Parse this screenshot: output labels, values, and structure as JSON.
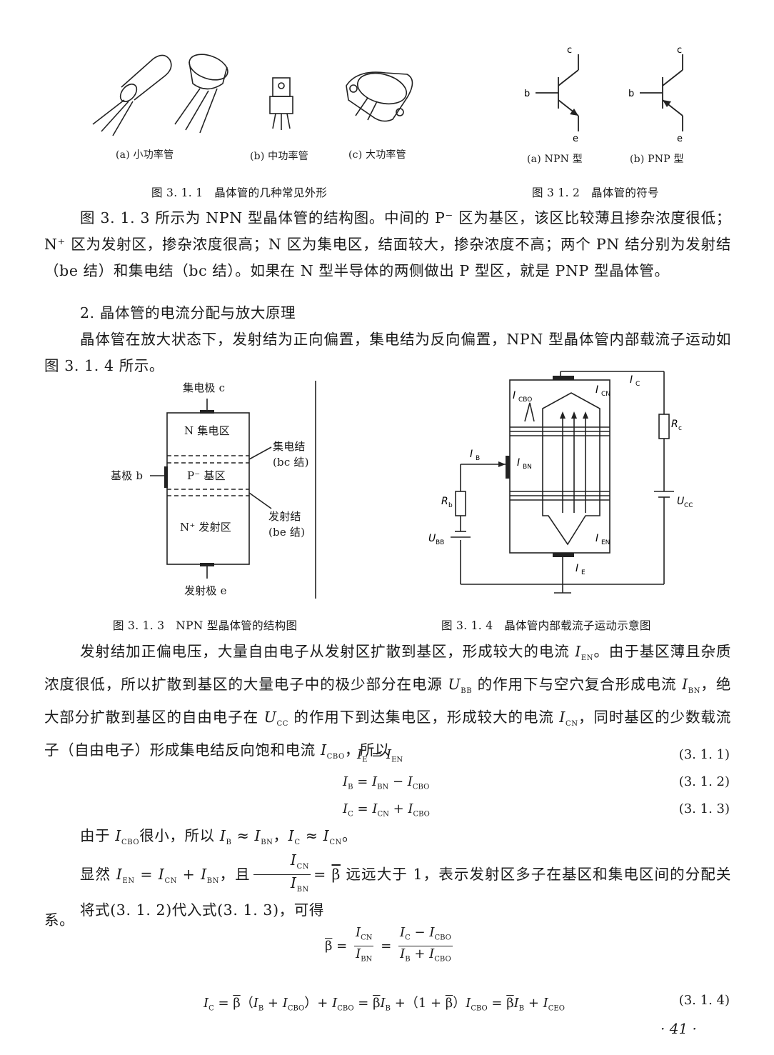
{
  "fig311": {
    "sub_a": "(a) 小功率管",
    "sub_b": "(b) 中功率管",
    "sub_c": "(c) 大功率管",
    "caption": "图 3. 1. 1　晶体管的几种常见外形"
  },
  "fig312": {
    "label_c": "c",
    "label_b": "b",
    "label_e": "e",
    "sub_a": "(a) NPN 型",
    "sub_b": "(b) PNP 型",
    "caption": "图 3 1. 2　晶体管的符号"
  },
  "para1": "图 3. 1. 3 所示为 NPN 型晶体管的结构图。中间的 P⁻ 区为基区，该区比较薄且掺杂浓度很低；N⁺ 区为发射区，掺杂浓度很高；N 区为集电区，结面较大，掺杂浓度不高；两个 PN 结分别为发射结（be 结）和集电结（bc 结）。如果在 N 型半导体的两侧做出 P 型区，就是 PNP 型晶体管。",
  "heading2": "2. 晶体管的电流分配与放大原理",
  "para2": "晶体管在放大状态下，发射结为正向偏置，集电结为反向偏置，NPN 型晶体管内部载流子运动如图 3. 1. 4 所示。",
  "fig313": {
    "collector": "集电极 c",
    "n_region": "N 集电区",
    "p_region": "P⁻ 基区",
    "np_region": "N⁺ 发射区",
    "base": "基极 b",
    "cj": "集电结",
    "cj2": "(bc 结)",
    "ej": "发射结",
    "ej2": "(be 结)",
    "emitter": "发射极 e",
    "caption": "图 3. 1. 3　NPN 型晶体管的结构图"
  },
  "fig314": {
    "ic": "I",
    "ic_s": "C",
    "icbo": "I",
    "icbo_s": "CBO",
    "icn": "I",
    "icn_s": "CN",
    "ib": "I",
    "ib_s": "B",
    "ibn": "I",
    "ibn_s": "BN",
    "rc": "R",
    "rc_s": "c",
    "rb": "R",
    "rb_s": "b",
    "ucc": "U",
    "ucc_s": "CC",
    "ubb": "U",
    "ubb_s": "BB",
    "ien": "I",
    "ien_s": "EN",
    "ie": "I",
    "ie_s": "E",
    "caption": "图 3. 1. 4　晶体管内部载流子运动示意图"
  },
  "para3a": "发射结加正偏电压，大量自由电子从发射区扩散到基区，形成较大的电流",
  "para3b": "。由于基区薄且杂质浓度很低，所以扩散到基区的大量电子中的极少部分在电源",
  "para3c": "的作用下与空穴复合形成电流",
  "para3d": "，绝大部分扩散到基区的自由电子在",
  "para3e": "的作用下到达集电区，形成较大的电流",
  "para3f": "，同时基区的少数载流子（自由电子）形成集电结反向饱和电流",
  "para3g": "，所以",
  "eq1_no": "(3. 1. 1)",
  "eq2_no": "(3. 1. 2)",
  "eq3_no": "(3. 1. 3)",
  "eq4_no": "(3. 1. 4)",
  "line_small1": "由于",
  "line_small2": "很小，所以",
  "line_obv1": "显然",
  "line_obv2": "，且",
  "line_obv3": "远远大于 1，表示发射区多子在基区和集电区间的分配关系。",
  "line_sub": "将式(3. 1. 2)代入式(3. 1. 3)，可得",
  "page_number": "· 41 ·"
}
